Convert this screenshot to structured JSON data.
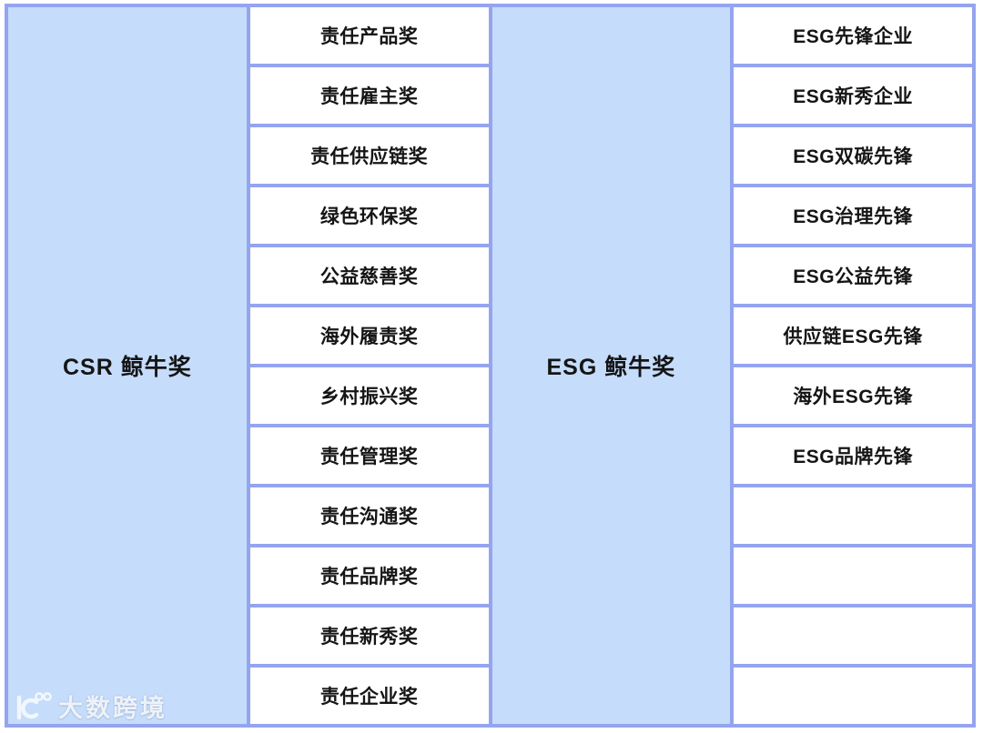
{
  "table": {
    "groups": [
      {
        "header": "CSR 鲸牛奖",
        "items": [
          "责任产品奖",
          "责任雇主奖",
          "责任供应链奖",
          "绿色环保奖",
          "公益慈善奖",
          "海外履责奖",
          "乡村振兴奖",
          "责任管理奖",
          "责任沟通奖",
          "责任品牌奖",
          "责任新秀奖",
          "责任企业奖"
        ]
      },
      {
        "header": "ESG 鲸牛奖",
        "items": [
          "ESG先锋企业",
          "ESG新秀企业",
          "ESG双碳先锋",
          "ESG治理先锋",
          "ESG公益先锋",
          "供应链ESG先锋",
          "海外ESG先锋",
          "ESG品牌先锋",
          "",
          "",
          "",
          ""
        ]
      }
    ]
  },
  "watermark": {
    "text": "大数跨境"
  },
  "colors": {
    "border": "#95a4ef",
    "header_bg": "#c5dcfb",
    "cell_bg": "#ffffff",
    "text": "#151515"
  }
}
